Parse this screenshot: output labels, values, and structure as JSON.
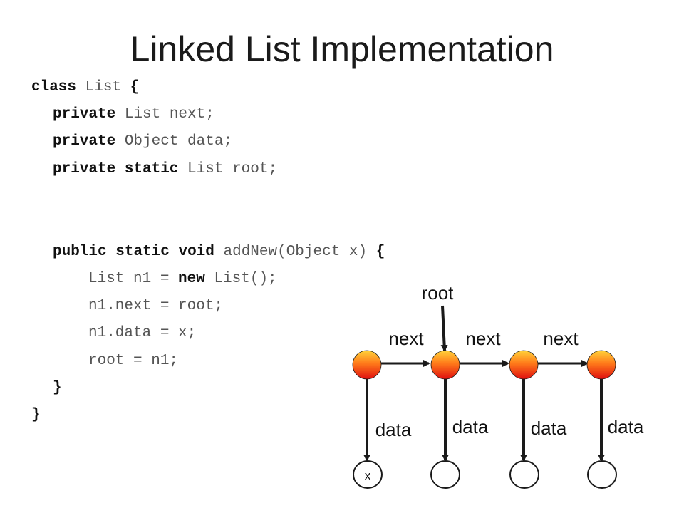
{
  "slide": {
    "title": "Linked List Implementation"
  },
  "code": {
    "lines": [
      {
        "indent": 0,
        "tokens": [
          {
            "t": "class",
            "kw": true
          },
          {
            "t": " List "
          },
          {
            "t": "{",
            "kw": true
          }
        ]
      },
      {
        "indent": 1,
        "tokens": [
          {
            "t": "private",
            "kw": true
          },
          {
            "t": " List next;"
          }
        ]
      },
      {
        "indent": 1,
        "tokens": [
          {
            "t": "private",
            "kw": true
          },
          {
            "t": " Object data;"
          }
        ]
      },
      {
        "indent": 1,
        "tokens": [
          {
            "t": "private",
            "kw": true
          },
          {
            "t": " "
          },
          {
            "t": "static",
            "kw": true
          },
          {
            "t": " List root;"
          }
        ]
      },
      {
        "indent": 1,
        "tokens": [
          {
            "t": "public",
            "kw": true
          },
          {
            "t": " "
          },
          {
            "t": "static",
            "kw": true
          },
          {
            "t": " "
          },
          {
            "t": "void",
            "kw": true
          },
          {
            "t": " addNew(Object x) "
          },
          {
            "t": "{",
            "kw": true
          }
        ]
      },
      {
        "indent": 2,
        "tokens": [
          {
            "t": "List n1 = "
          },
          {
            "t": "new",
            "kw": true
          },
          {
            "t": " List();"
          }
        ]
      },
      {
        "indent": 2,
        "tokens": [
          {
            "t": "n1.next = root;"
          }
        ]
      },
      {
        "indent": 2,
        "tokens": [
          {
            "t": "n1.data = x;"
          }
        ]
      },
      {
        "indent": 2,
        "tokens": [
          {
            "t": "root = n1;"
          }
        ]
      },
      {
        "indent": 1,
        "tokens": [
          {
            "t": "}",
            "kw": true
          }
        ]
      },
      {
        "indent": 0,
        "tokens": [
          {
            "t": "}",
            "kw": true
          }
        ]
      }
    ]
  },
  "diagram": {
    "root_label": "root",
    "next_labels": [
      "next",
      "next",
      "next"
    ],
    "data_labels": [
      "data",
      "data",
      "data",
      "data"
    ],
    "value_labels": [
      "x",
      "",
      "",
      ""
    ],
    "colors": {
      "node_top": "#ffd23a",
      "node_mid": "#ff7a1a",
      "node_bottom": "#e01010",
      "line": "#1a1a1a"
    }
  }
}
